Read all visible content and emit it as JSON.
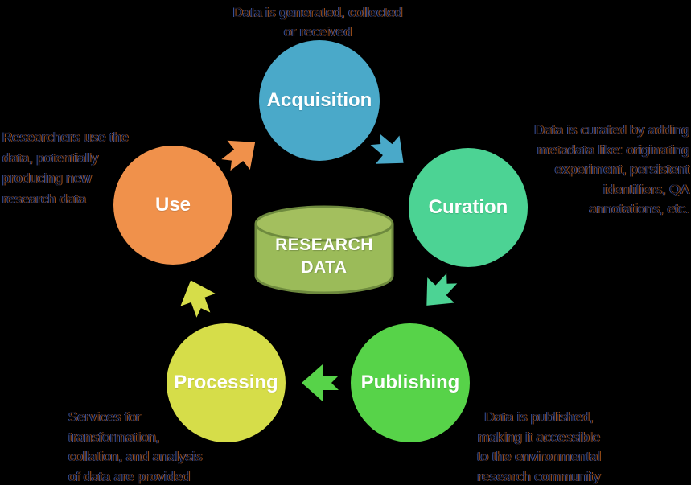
{
  "canvas": {
    "background": "#000000"
  },
  "center": {
    "lines": [
      "RESEARCH",
      "DATA"
    ],
    "body_color": "#9BBB59",
    "top_color": "#A3BF5E",
    "border_color": "#6E8A3E",
    "text_color": "#FFFFFF"
  },
  "stages": [
    {
      "label": "Acquisition",
      "color": "#4AA9C9"
    },
    {
      "label": "Curation",
      "color": "#4CD394"
    },
    {
      "label": "Publishing",
      "color": "#57D349"
    },
    {
      "label": "Processing",
      "color": "#D6DD49"
    },
    {
      "label": "Use",
      "color": "#F0914B"
    }
  ],
  "arrows": [
    {
      "name": "acquisition-to-curation",
      "color": "#4AA9C9"
    },
    {
      "name": "curation-to-publishing",
      "color": "#4CD394"
    },
    {
      "name": "publishing-to-processing",
      "color": "#57D349"
    },
    {
      "name": "processing-to-use",
      "color": "#D6DD49"
    },
    {
      "name": "use-to-acquisition",
      "color": "#F0914B"
    }
  ],
  "annotations": {
    "acquisition": {
      "lines": [
        "Data is generated, collected",
        "or received"
      ]
    },
    "curation": {
      "lines": [
        "Data is curated by adding",
        "metadata like: originating",
        "experiment, persistent",
        "identifiers, QA",
        "annotations, etc."
      ]
    },
    "publishing": {
      "lines": [
        "Data is published,",
        "making it accessible",
        "to the environmental",
        "research community"
      ]
    },
    "processing": {
      "lines": [
        "Services for",
        "transformation,",
        "collation, and analysis",
        "of data are provided"
      ]
    },
    "use": {
      "lines": [
        "Researchers use the",
        "data, potentially",
        "producing new",
        "research data"
      ]
    }
  }
}
